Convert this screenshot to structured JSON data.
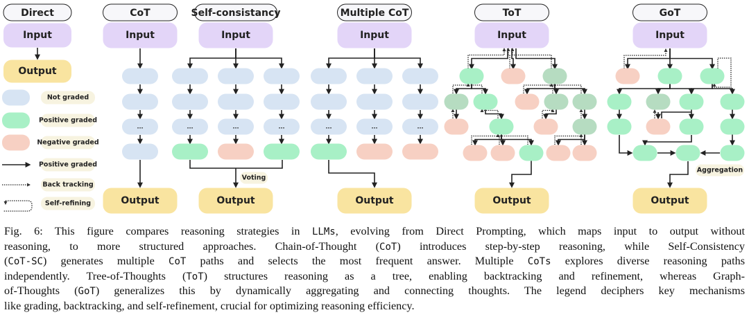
{
  "colors": {
    "input": "#e3d5f8",
    "output": "#f9e4a0",
    "not_graded": "#d7e4f3",
    "positive": "#a8f0c6",
    "positive_muted": "#b6dcc1",
    "negative": "#f7d0c3",
    "label_bg": "#f7f3e0",
    "title_fill": "#f7f7fa",
    "stroke": "#222222"
  },
  "node_labels": {
    "input": "Input",
    "output": "Output",
    "ellipsis": "..."
  },
  "columns": {
    "direct": {
      "title": "Direct"
    },
    "cot": {
      "title": "CoT",
      "grades": [
        "not",
        "not",
        "not",
        "not"
      ]
    },
    "self_consistency": {
      "title": "Self-consistancy",
      "final_grades": [
        "pos",
        "neg",
        "pos"
      ],
      "annotation": "Voting"
    },
    "multiple_cot": {
      "title": "Multiple CoT",
      "final_grades": [
        "pos",
        "neg",
        "neg"
      ]
    },
    "tot": {
      "title": "ToT",
      "rows": [
        [
          "pos",
          "neg",
          "pos-muted"
        ],
        [
          "pos-muted",
          "pos",
          "neg",
          "pos-muted",
          "pos-muted"
        ],
        [
          "neg",
          "pos",
          "neg",
          "pos-muted"
        ],
        [
          "neg",
          "neg",
          "pos",
          "neg",
          "neg"
        ]
      ]
    },
    "got": {
      "title": "GoT",
      "rows": [
        [
          "neg",
          "pos",
          "pos"
        ],
        [
          "pos",
          "pos-muted",
          "pos",
          "pos"
        ],
        [
          "pos",
          "neg",
          "pos",
          "pos"
        ],
        [
          "pos",
          "pos",
          "pos"
        ]
      ],
      "annotation": "Aggregation"
    }
  },
  "legend": [
    {
      "kind": "swatch",
      "grade": "not",
      "label": "Not graded"
    },
    {
      "kind": "swatch",
      "grade": "pos",
      "label": "Positive graded"
    },
    {
      "kind": "swatch",
      "grade": "neg",
      "label": "Negative graded"
    },
    {
      "kind": "solid-arrow",
      "label": "Positive graded"
    },
    {
      "kind": "dotted-arrow",
      "label": "Back tracking"
    },
    {
      "kind": "self-loop",
      "label": "Self-refining"
    }
  ],
  "caption": [
    [
      {
        "t": "Fig. 6: This figure compares reasoning strategies in "
      },
      {
        "t": "LLMs",
        "mono": true
      },
      {
        "t": ", evolving from Direct Prompting, which maps input to output without"
      }
    ],
    [
      {
        "t": "reasoning, to more structured approaches. Chain-of-Thought ("
      },
      {
        "t": "CoT",
        "mono": true
      },
      {
        "t": ") introduces step-by-step reasoning, while Self-Consistency"
      }
    ],
    [
      {
        "t": "("
      },
      {
        "t": "CoT-SC",
        "mono": true
      },
      {
        "t": ") generates multiple "
      },
      {
        "t": "CoT",
        "mono": true
      },
      {
        "t": " paths and selects the most frequent answer. Multiple "
      },
      {
        "t": "CoTs",
        "mono": true
      },
      {
        "t": " explores diverse reasoning paths"
      }
    ],
    [
      {
        "t": "independently. Tree-of-Thoughts ("
      },
      {
        "t": "ToT",
        "mono": true
      },
      {
        "t": ") structures reasoning as a tree, enabling backtracking and refinement, whereas Graph-"
      }
    ],
    [
      {
        "t": "of-Thoughts ("
      },
      {
        "t": "GoT",
        "mono": true
      },
      {
        "t": ") generalizes this by dynamically aggregating and connecting thoughts. The legend deciphers key mechanisms"
      }
    ],
    [
      {
        "t": "like grading, backtracking, and self-refinement, crucial for optimizing reasoning efficiency."
      }
    ]
  ]
}
